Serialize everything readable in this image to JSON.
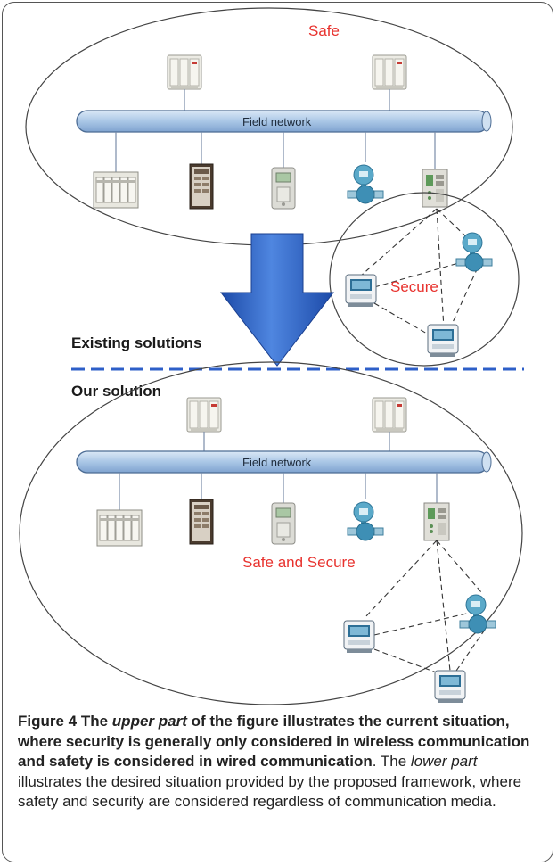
{
  "figure": {
    "upper_zone_label": "Safe",
    "secure_zone_label": "Secure",
    "lower_zone_label": "Safe and Secure",
    "bus_label_top": "Field network",
    "bus_label_bottom": "Field network",
    "existing_solutions": "Existing solutions",
    "our_solution": "Our solution",
    "colors": {
      "zone_text": "#e8322e",
      "bus_fill": "#9cbde0",
      "arrow": "#2b5fc0",
      "divider": "#2e5fc8"
    }
  },
  "caption": {
    "label": "Figure 4",
    "p1": " The ",
    "p2": "upper part",
    "p3": " of the figure illustrates the current situation, where security is generally only considered in wireless communication and safety is considered in wired communication",
    "p4": ". The ",
    "p5": "lower part",
    "p6": " illustrates the desired situation provided by the proposed framework, where safety and security are considered regardless of communication media."
  }
}
